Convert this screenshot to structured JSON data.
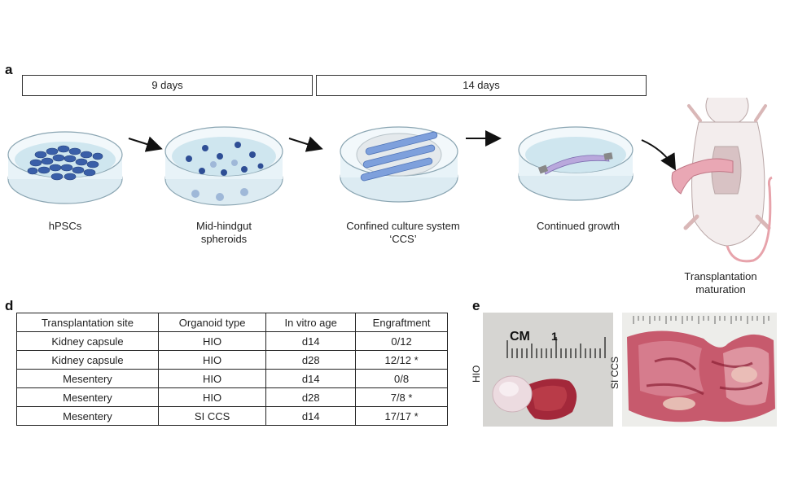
{
  "panel_a": {
    "letter": "a",
    "durations": [
      "9 days",
      "14 days"
    ],
    "stages": [
      {
        "label_line1": "hPSCs",
        "label_line2": ""
      },
      {
        "label_line1": "Mid-hindgut",
        "label_line2": "spheroids"
      },
      {
        "label_line1": "Confined culture system",
        "label_line2": "‘CCS’"
      },
      {
        "label_line1": "Continued growth",
        "label_line2": ""
      },
      {
        "label_line1": "Transplantation",
        "label_line2": "maturation"
      }
    ]
  },
  "panel_d": {
    "letter": "d",
    "headers": [
      "Transplantation site",
      "Organoid type",
      "In vitro age",
      "Engraftment"
    ],
    "rows": [
      [
        "Kidney capsule",
        "HIO",
        "d14",
        "0/12"
      ],
      [
        "Kidney capsule",
        "HIO",
        "d28",
        "12/12 *"
      ],
      [
        "Mesentery",
        "HIO",
        "d14",
        "0/8"
      ],
      [
        "Mesentery",
        "HIO",
        "d28",
        "7/8 *"
      ],
      [
        "Mesentery",
        "SI CCS",
        "d14",
        "17/17 *"
      ]
    ]
  },
  "panel_e": {
    "letter": "e",
    "photos": [
      {
        "label": "HIO",
        "ruler_unit": "CM",
        "ruler_mark": "1"
      },
      {
        "label": "SI CCS"
      }
    ]
  },
  "colors": {
    "dish_fill": "#e3f1f7",
    "cell_blue": "#3a5fa8",
    "organ_pink": "#e9a7b4",
    "tissue_red": "#a3283a"
  }
}
